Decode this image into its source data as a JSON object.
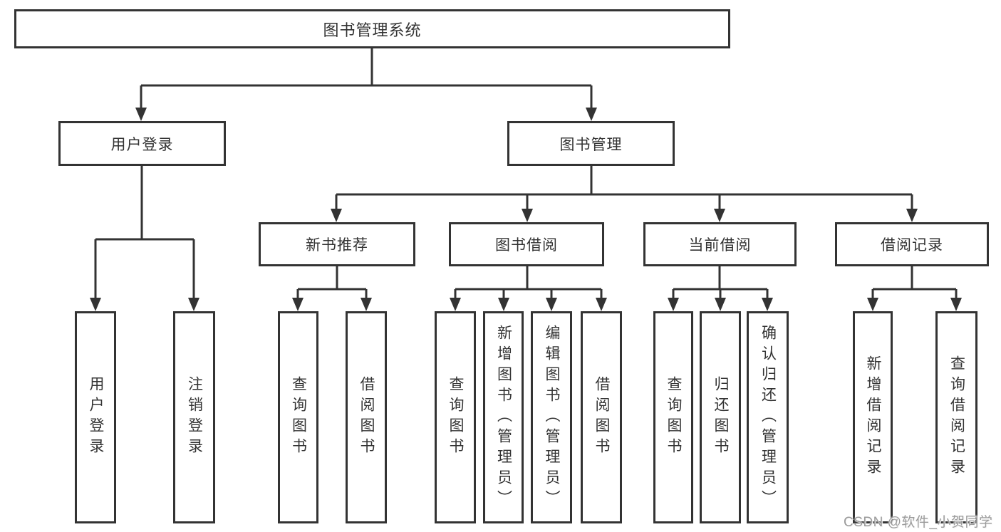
{
  "colors": {
    "line": "#333333",
    "text": "#333333",
    "box_background": "#ffffff",
    "watermark": "#9b9b9b"
  },
  "tree": {
    "root": "图书管理系统",
    "branches": [
      {
        "label": "用户登录",
        "children": [
          "用户登录",
          "注销登录"
        ]
      },
      {
        "label": "图书管理",
        "children": [
          {
            "label": "新书推荐",
            "children": [
              "查询图书",
              "借阅图书"
            ]
          },
          {
            "label": "图书借阅",
            "children": [
              "查询图书",
              "新增图书（管理员）",
              "编辑图书（管理员）",
              "借阅图书"
            ]
          },
          {
            "label": "当前借阅",
            "children": [
              "查询图书",
              "归还图书",
              "确认归还（管理员）"
            ]
          },
          {
            "label": "借阅记录",
            "children": [
              "新增借阅记录",
              "查询借阅记录"
            ]
          }
        ]
      }
    ]
  },
  "watermark": "CSDN @软件_小贺同学"
}
